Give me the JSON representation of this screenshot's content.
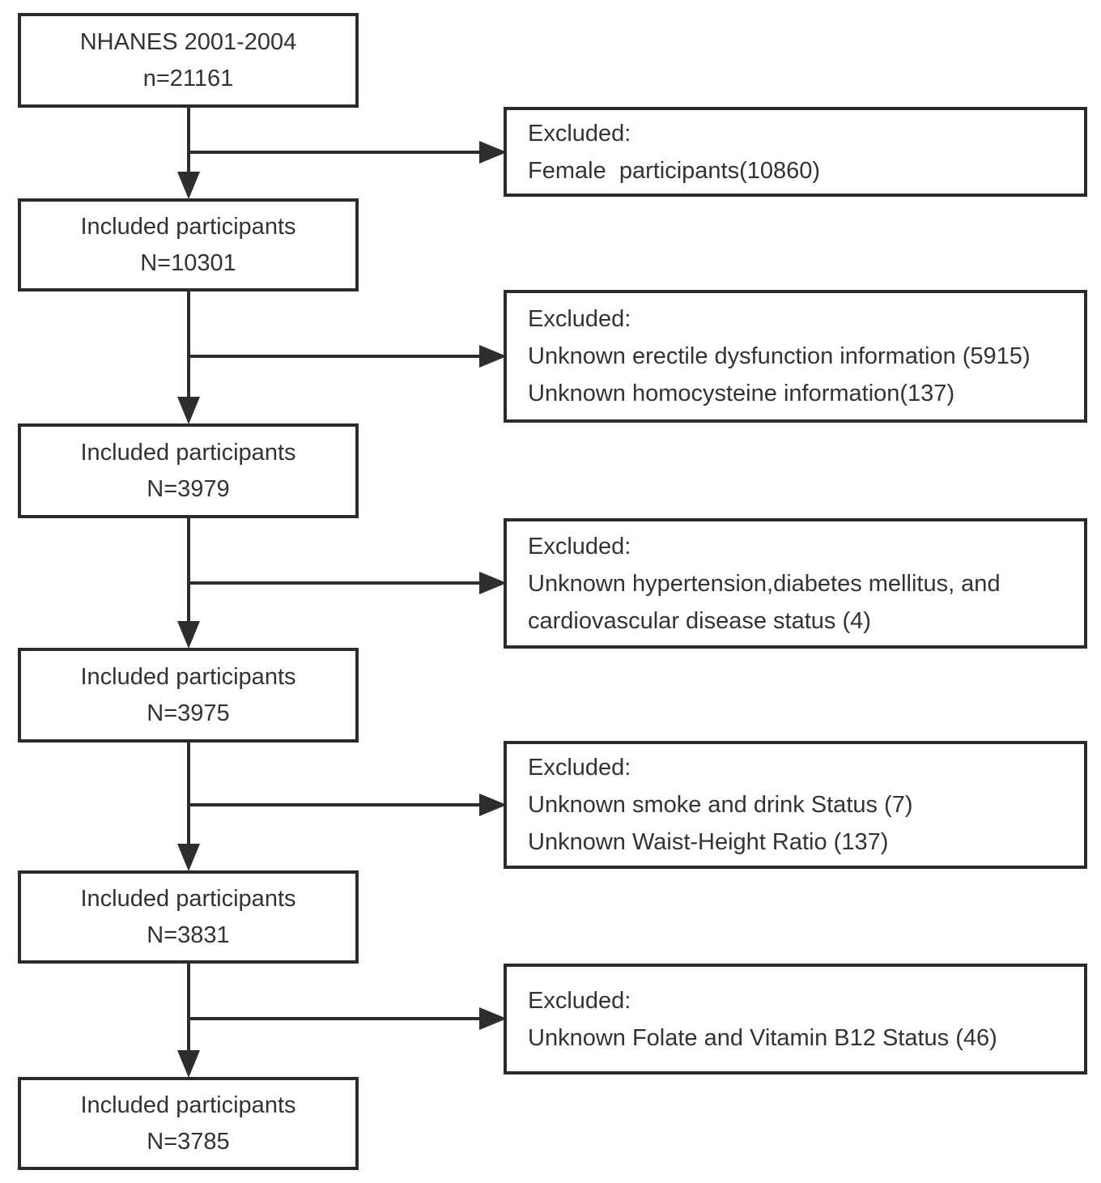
{
  "flow": {
    "steps": [
      {
        "line1": "NHANES 2001-2004",
        "line2": "n=21161"
      },
      {
        "line1": "Included participants",
        "line2": "N=10301"
      },
      {
        "line1": "Included participants",
        "line2": "N=3979"
      },
      {
        "line1": "Included participants",
        "line2": "N=3975"
      },
      {
        "line1": "Included participants",
        "line2": "N=3831"
      },
      {
        "line1": "Included participants",
        "line2": "N=3785"
      }
    ],
    "exclusions": [
      {
        "title": "Excluded:",
        "reasons": [
          "Female  participants(10860)"
        ]
      },
      {
        "title": "Excluded:",
        "reasons": [
          "Unknown erectile dysfunction information (5915)",
          "Unknown homocysteine information(137)"
        ]
      },
      {
        "title": "Excluded:",
        "reasons": [
          "Unknown hypertension,diabetes mellitus, and cardiovascular disease status (4)"
        ]
      },
      {
        "title": "Excluded:",
        "reasons": [
          "Unknown smoke and drink Status (7)",
          "Unknown Waist-Height Ratio (137)"
        ]
      },
      {
        "title": "Excluded:",
        "reasons": [
          "Unknown Folate and Vitamin B12 Status (46)"
        ]
      }
    ],
    "colors": {
      "line": "#2d2d2d",
      "border": "#2b2b2b",
      "text": "#333333",
      "background": "#ffffff"
    }
  }
}
